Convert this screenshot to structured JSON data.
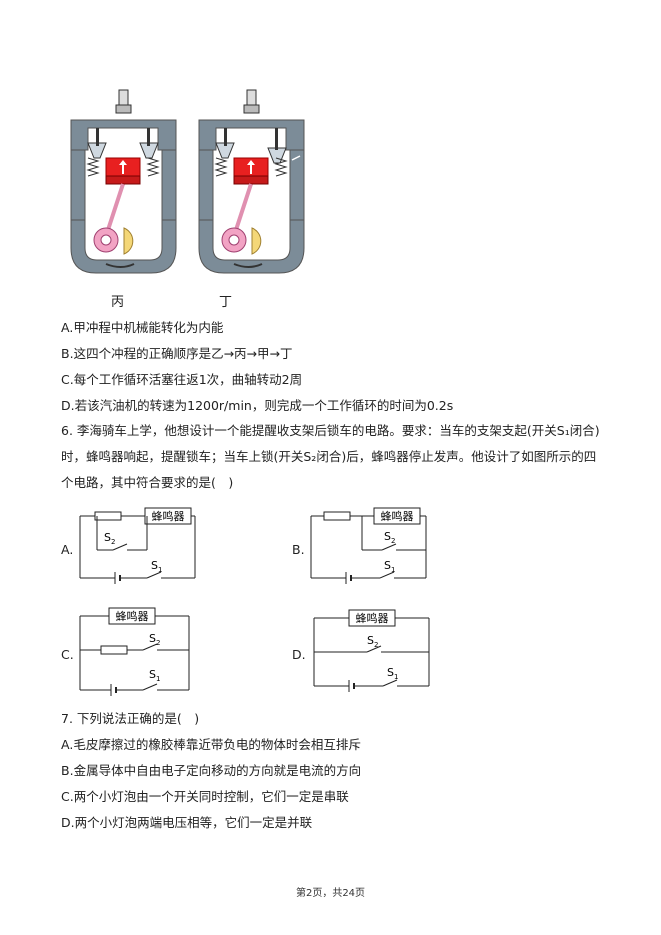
{
  "engines": [
    {
      "caption": "丙"
    },
    {
      "caption": "丁"
    }
  ],
  "q5_options": [
    {
      "letter": "A.",
      "text": "甲冲程中机械能转化为内能"
    },
    {
      "letter": "B.",
      "text": "这四个冲程的正确顺序是乙→丙→甲→丁"
    },
    {
      "letter": "C.",
      "text": "每个工作循环活塞往返1次，曲轴转动2周"
    },
    {
      "letter": "D.",
      "text": "若该汽油机的转速为1200r/min，则完成一个工作循环的时间为0.2s"
    }
  ],
  "q6": {
    "stem": "6. 李海骑车上学，他想设计一个能提醒收支架后锁车的电路。要求：当车的支架支起(开关S₁闭合)时，蜂鸣器响起，提醒锁车；当车上锁(开关S₂闭合)后，蜂鸣器停止发声。他设计了如图所示的四个电路，其中符合要求的是(　)",
    "buzzer": "蜂鸣器",
    "s1": "S",
    "s1_sub": "1",
    "s2": "S",
    "s2_sub": "2",
    "options": [
      {
        "letter": "A."
      },
      {
        "letter": "B."
      },
      {
        "letter": "C."
      },
      {
        "letter": "D."
      }
    ]
  },
  "q7": {
    "stem": "7. 下列说法正确的是(　)",
    "options": [
      {
        "letter": "A.",
        "text": "毛皮摩擦过的橡胶棒靠近带负电的物体时会相互排斥"
      },
      {
        "letter": "B.",
        "text": "金属导体中自由电子定向移动的方向就是电流的方向"
      },
      {
        "letter": "C.",
        "text": "两个小灯泡由一个开关同时控制，它们一定是串联"
      },
      {
        "letter": "D.",
        "text": "两个小灯泡两端电压相等，它们一定是并联"
      }
    ]
  },
  "footer": "第2页，共24页"
}
